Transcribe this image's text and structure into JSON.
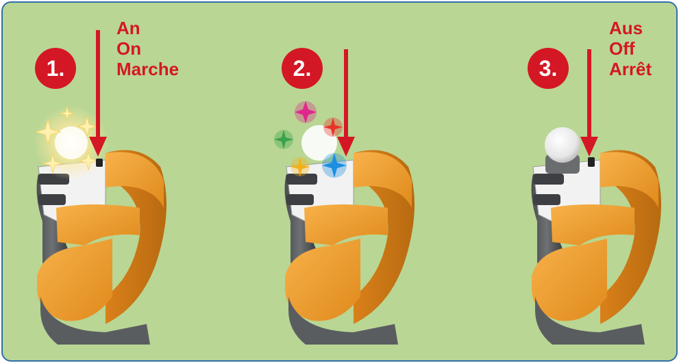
{
  "steps": [
    {
      "number": "1.",
      "labels": [
        "An",
        "On",
        "Marche"
      ],
      "state": "white-light-on"
    },
    {
      "number": "2.",
      "labels": [],
      "state": "color-light-on"
    },
    {
      "number": "3.",
      "labels": [
        "Aus",
        "Off",
        "Arrêt"
      ],
      "state": "light-off"
    }
  ],
  "colors": {
    "background": "#b9d694",
    "border": "#2f6fa8",
    "accent_red": "#d41724",
    "seat_orange": "#ee9a2c",
    "base_gray": "#5a5d60",
    "sparkle_white": "#fff2b0",
    "sparkle_pink": "#e0288c",
    "sparkle_red": "#e8352a",
    "sparkle_green": "#3aa24a",
    "sparkle_yellow": "#f4b21a",
    "sparkle_blue": "#1c8fe0"
  }
}
